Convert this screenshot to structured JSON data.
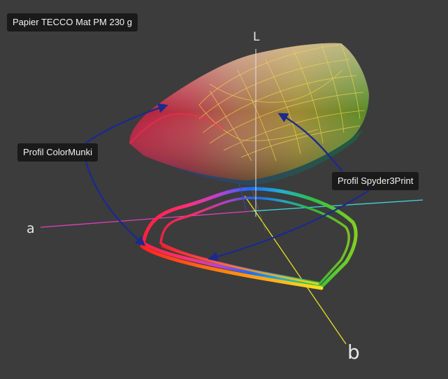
{
  "title": "Papier TECCO Mat PM 230 g",
  "profiles": {
    "colormunki": "Profil ColorMunki",
    "spyder": "Profil Spyder3Print"
  },
  "axes": {
    "l": "L",
    "a": "a",
    "b": "b"
  },
  "colors": {
    "background": "#3c3c3c",
    "label_background": "#1a1a1a",
    "arrow": "#1c2a8c",
    "axis_l": "#e0e0e0",
    "axis_a_magenta": "#e040c0",
    "axis_a_cyan": "#40d8e0",
    "axis_b": "#e8e020"
  }
}
